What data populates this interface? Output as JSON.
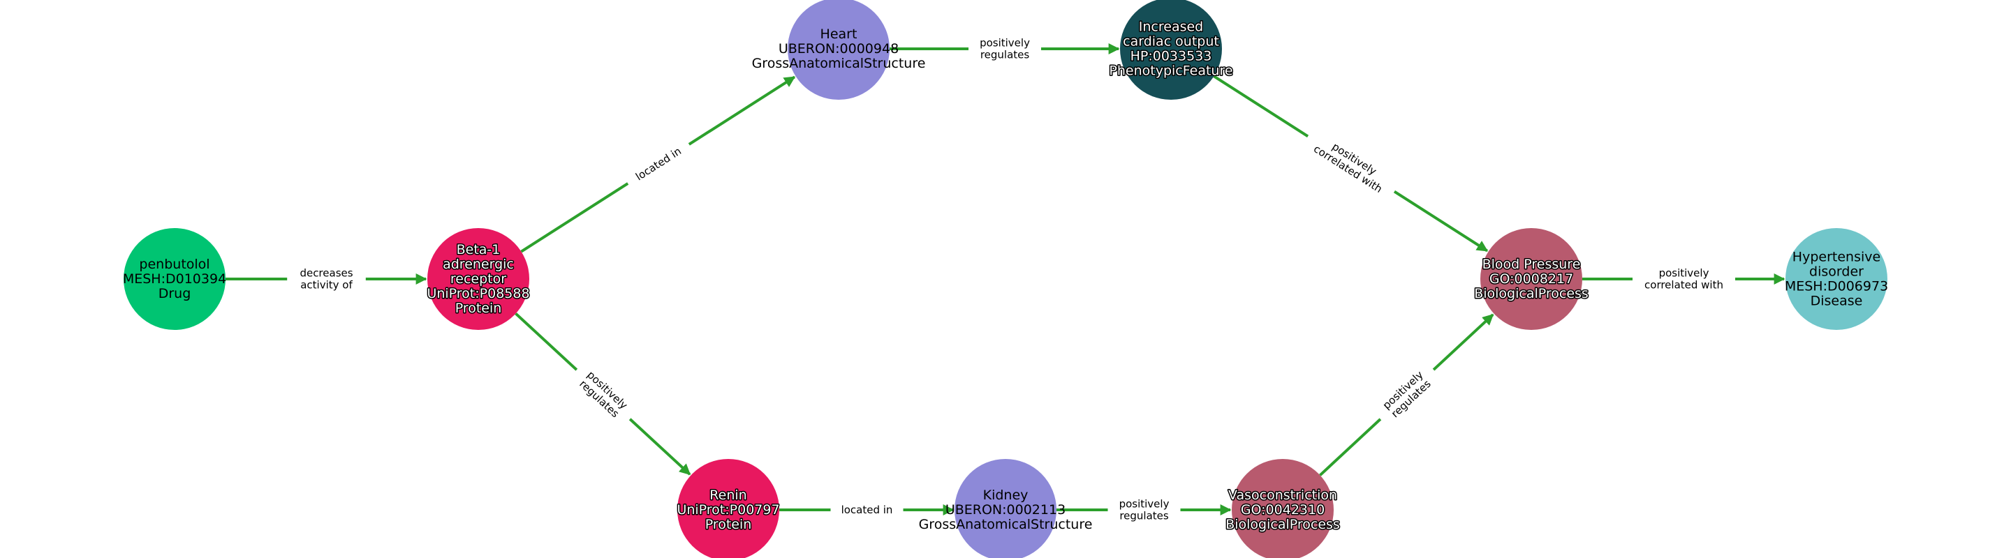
{
  "colors": {
    "edge": "#2ca02c",
    "Drug": "#00c472",
    "Protein": "#e8185f",
    "GrossAnatomicalStructure": "#8d89d8",
    "PhenotypicFeature": "#154e56",
    "BiologicalProcess": "#b85a6e",
    "Disease": "#71c6ca"
  },
  "nodes": [
    {
      "id": "penbutolol",
      "category": "Drug",
      "outlined": false,
      "lines": [
        "penbutolol",
        "MESH:D010394",
        "Drug"
      ]
    },
    {
      "id": "beta1",
      "category": "Protein",
      "outlined": true,
      "lines": [
        "Beta-1",
        "adrenergic",
        "receptor",
        "UniProt:P08588",
        "Protein"
      ]
    },
    {
      "id": "heart",
      "category": "GrossAnatomicalStructure",
      "outlined": false,
      "lines": [
        "Heart",
        "UBERON:0000948",
        "GrossAnatomicalStructure"
      ]
    },
    {
      "id": "cardiac",
      "category": "PhenotypicFeature",
      "outlined": true,
      "lines": [
        "Increased",
        "cardiac output",
        "HP:0033533",
        "PhenotypicFeature"
      ]
    },
    {
      "id": "bp",
      "category": "BiologicalProcess",
      "outlined": true,
      "lines": [
        "Blood Pressure",
        "GO:0008217",
        "BiologicalProcess"
      ]
    },
    {
      "id": "hypertensive",
      "category": "Disease",
      "outlined": false,
      "lines": [
        "Hypertensive",
        "disorder",
        "MESH:D006973",
        "Disease"
      ]
    },
    {
      "id": "renin",
      "category": "Protein",
      "outlined": true,
      "lines": [
        "Renin",
        "UniProt:P00797",
        "Protein"
      ]
    },
    {
      "id": "kidney",
      "category": "GrossAnatomicalStructure",
      "outlined": false,
      "lines": [
        "Kidney",
        "UBERON:0002113",
        "GrossAnatomicalStructure"
      ]
    },
    {
      "id": "vaso",
      "category": "BiologicalProcess",
      "outlined": true,
      "lines": [
        "Vasoconstriction",
        "GO:0042310",
        "BiologicalProcess"
      ]
    }
  ],
  "edges": [
    {
      "source": "penbutolol",
      "target": "beta1",
      "lines": [
        "decreases",
        "activity of"
      ]
    },
    {
      "source": "beta1",
      "target": "heart",
      "lines": [
        "located in"
      ]
    },
    {
      "source": "beta1",
      "target": "renin",
      "lines": [
        "positively",
        "regulates"
      ]
    },
    {
      "source": "heart",
      "target": "cardiac",
      "lines": [
        "positively",
        "regulates"
      ]
    },
    {
      "source": "cardiac",
      "target": "bp",
      "lines": [
        "positively",
        "correlated with"
      ]
    },
    {
      "source": "bp",
      "target": "hypertensive",
      "lines": [
        "positively",
        "correlated with"
      ]
    },
    {
      "source": "renin",
      "target": "kidney",
      "lines": [
        "located in"
      ]
    },
    {
      "source": "kidney",
      "target": "vaso",
      "lines": [
        "positively",
        "regulates"
      ]
    },
    {
      "source": "vaso",
      "target": "bp",
      "lines": [
        "positively",
        "regulates"
      ]
    }
  ]
}
